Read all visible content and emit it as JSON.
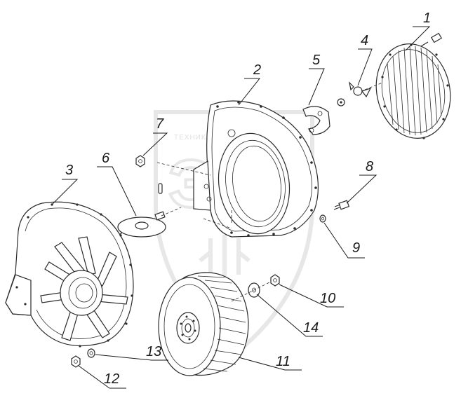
{
  "watermark": {
    "text": "ТЕХНИКА ЗАПЧАСТИ",
    "logo_icon": "gear-icon",
    "logo_letters": "ЭФ"
  },
  "callouts": [
    {
      "id": "1",
      "label": "1"
    },
    {
      "id": "2",
      "label": "2"
    },
    {
      "id": "3",
      "label": "3"
    },
    {
      "id": "4",
      "label": "4"
    },
    {
      "id": "5",
      "label": "5"
    },
    {
      "id": "6",
      "label": "6"
    },
    {
      "id": "7",
      "label": "7"
    },
    {
      "id": "8",
      "label": "8"
    },
    {
      "id": "9",
      "label": "9"
    },
    {
      "id": "10",
      "label": "10"
    },
    {
      "id": "11",
      "label": "11"
    },
    {
      "id": "12",
      "label": "12"
    },
    {
      "id": "13",
      "label": "13"
    },
    {
      "id": "14",
      "label": "14"
    }
  ]
}
